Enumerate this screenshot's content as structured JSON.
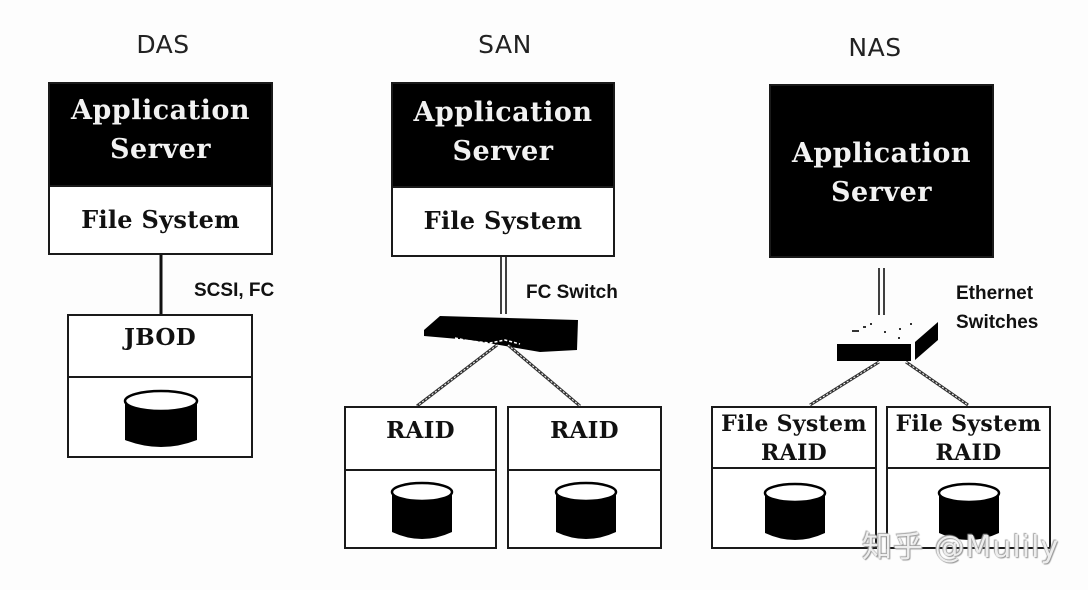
{
  "diagram": {
    "columns": {
      "das": {
        "title": "DAS",
        "server": {
          "line1": "Application",
          "line2": "Server",
          "file_system": "File System"
        },
        "connection_label": "SCSI, FC",
        "storage": {
          "label": "JBOD"
        }
      },
      "san": {
        "title": "SAN",
        "server": {
          "line1": "Application",
          "line2": "Server",
          "file_system": "File System"
        },
        "connection_label": "FC Switch",
        "storage": [
          {
            "label": "RAID"
          },
          {
            "label": "RAID"
          }
        ]
      },
      "nas": {
        "title": "NAS",
        "server": {
          "line1": "Application",
          "line2": "Server"
        },
        "connection_label_line1": "Ethernet",
        "connection_label_line2": "Switches",
        "storage": [
          {
            "line1": "File System",
            "line2": "RAID"
          },
          {
            "line1": "File System",
            "line2": "RAID"
          }
        ]
      }
    },
    "watermark": "知乎 @Mulily"
  }
}
